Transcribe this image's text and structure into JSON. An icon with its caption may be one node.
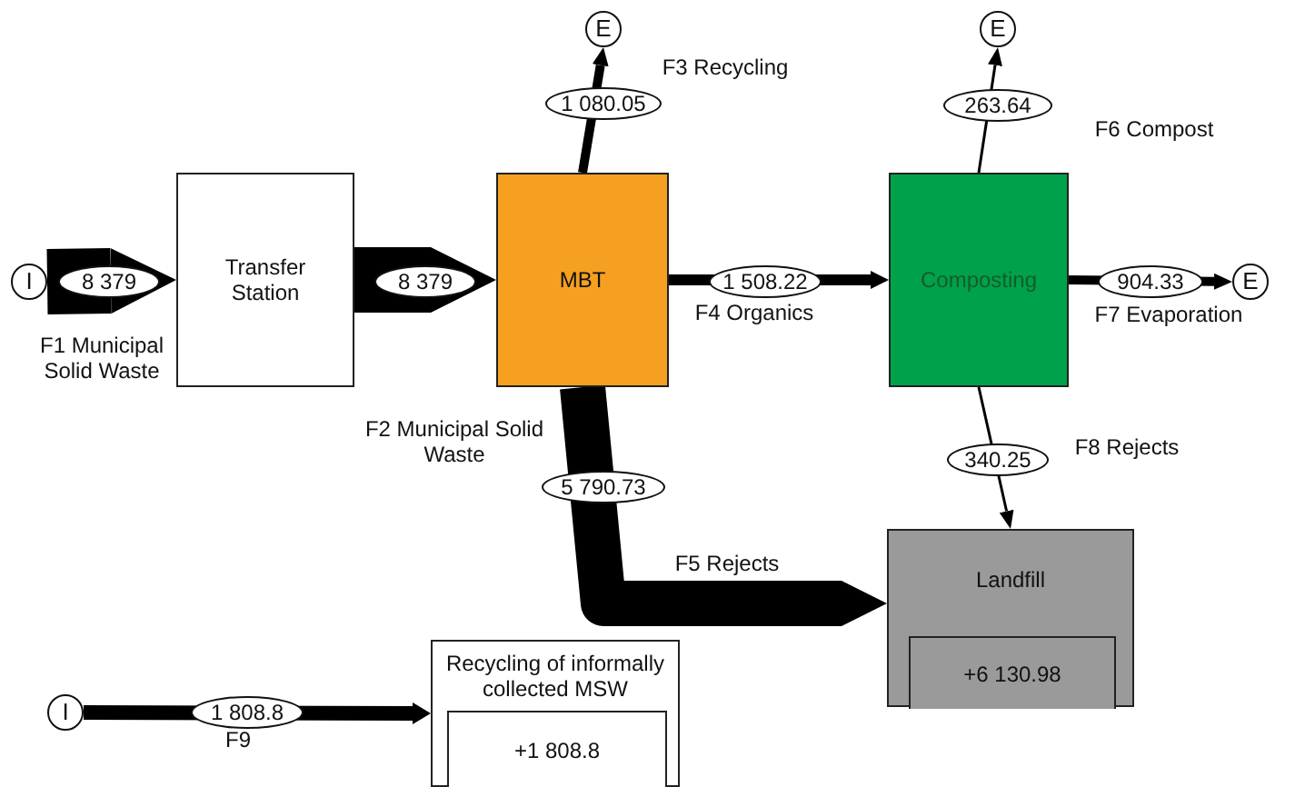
{
  "diagram": {
    "nodes": [
      {
        "text": [
          "I"
        ]
      },
      {
        "text": [
          "Transfer Station"
        ]
      },
      {
        "text": [
          "MBT"
        ]
      },
      {
        "text": [
          "E"
        ]
      },
      {
        "text": [
          "Composting"
        ]
      },
      {
        "text": [
          "E"
        ]
      },
      {
        "text": [
          "E"
        ]
      },
      {
        "text": [
          "Landfill"
        ]
      },
      {
        "text": [
          "+6 130.98"
        ],
        "in": 7
      },
      {
        "text": [
          "I"
        ]
      },
      {
        "text": [
          "Recycling of informally collected MSW"
        ]
      },
      {
        "text": [
          "+1 808.8"
        ],
        "in": 10
      }
    ],
    "edges": [
      {
        "from": 0,
        "to": 1,
        "arrow": "to",
        "label": "8 379",
        "style": "thick"
      },
      {
        "from": 1,
        "to": 2,
        "arrow": "to",
        "label": "8 379",
        "style": "thick"
      },
      {
        "from": 2,
        "to": 3,
        "arrow": "to",
        "label": "1 080.05"
      },
      {
        "from": 2,
        "to": 4,
        "arrow": "to",
        "label": "1 508.22"
      },
      {
        "from": 2,
        "to": 7,
        "arrow": "to",
        "label": "5 790.73",
        "style": "thick"
      },
      {
        "from": 4,
        "to": 5,
        "arrow": "to",
        "label": "263.64"
      },
      {
        "from": 4,
        "to": 6,
        "arrow": "to",
        "label": "904.33"
      },
      {
        "from": 4,
        "to": 7,
        "arrow": "to",
        "label": "340.25"
      },
      {
        "from": 9,
        "to": 10,
        "arrow": "to",
        "label": "1 808.8"
      }
    ],
    "labels": [
      "F1 Municipal Solid Waste",
      "F2 Municipal Solid Waste",
      "F3 Recycling",
      "F4 Organics",
      "F5 Rejects",
      "F6 Compost",
      "F7 Evaporation",
      "F8 Rejects",
      "F9"
    ]
  }
}
